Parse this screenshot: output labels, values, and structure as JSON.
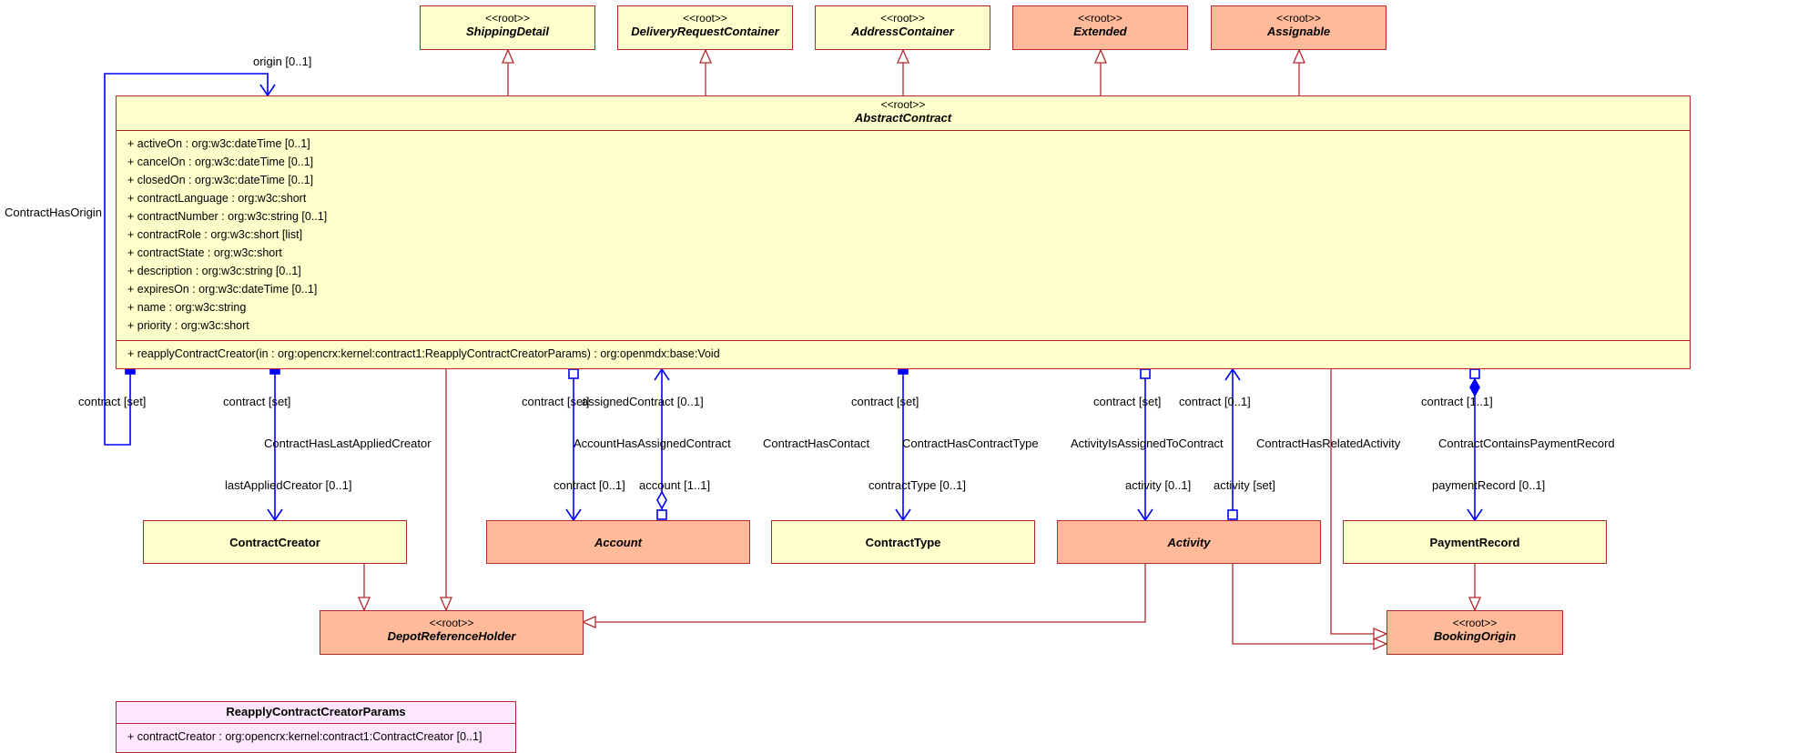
{
  "stereotype": "<<root>>",
  "colors": {
    "border": "#b4282d",
    "association": "#0000ff",
    "yellow": "#ffffcc",
    "orange": "#ffbb99",
    "pink": "#ffe8ff"
  },
  "parents": [
    "ShippingDetail",
    "DeliveryRequestContainer",
    "AddressContainer",
    "Extended",
    "Assignable"
  ],
  "abstract_contract": {
    "name": "AbstractContract",
    "attributes": [
      "+ activeOn : org:w3c:dateTime [0..1]",
      "+ cancelOn : org:w3c:dateTime [0..1]",
      "+ closedOn : org:w3c:dateTime [0..1]",
      "+ contractLanguage : org:w3c:short",
      "+ contractNumber : org:w3c:string [0..1]",
      "+ contractRole : org:w3c:short [list]",
      "+ contractState : org:w3c:short",
      "+ description : org:w3c:string [0..1]",
      "+ expiresOn : org:w3c:dateTime [0..1]",
      "+ name : org:w3c:string",
      "+ priority : org:w3c:short"
    ],
    "operations": [
      "+ reapplyContractCreator(in : org:opencrx:kernel:contract1:ReapplyContractCreatorParams) : org:openmdx:base:Void"
    ]
  },
  "classes": {
    "contract_creator": "ContractCreator",
    "account": "Account",
    "contract_type": "ContractType",
    "activity": "Activity",
    "payment_record": "PaymentRecord",
    "depot_reference_holder": "DepotReferenceHolder",
    "booking_origin": "BookingOrigin"
  },
  "params": {
    "name": "ReapplyContractCreatorParams",
    "attributes": [
      "+ contractCreator : org:opencrx:kernel:contract1:ContractCreator [0..1]"
    ]
  },
  "labels": {
    "origin": "origin [0..1]",
    "contract_has_origin": "ContractHasOrigin",
    "contract_set_1": "contract [set]",
    "contract_set_2": "contract [set]",
    "contract_has_last_applied_creator": "ContractHasLastAppliedCreator",
    "last_applied_creator": "lastAppliedCreator [0..1]",
    "contract_set_3": "contract [set]",
    "assigned_contract": "assignedContract [0..1]",
    "account_has_assigned_contract": "AccountHasAssignedContract",
    "contract_0_1_account": "contract [0..1]",
    "account_1_1": "account [1..1]",
    "contract_set_4": "contract [set]",
    "contract_has_contact": "ContractHasContact",
    "contract_has_contract_type": "ContractHasContractType",
    "contract_type_0_1": "contractType [0..1]",
    "contract_set_5": "contract [set]",
    "activity_is_assigned_to_contract": "ActivityIsAssignedToContract",
    "activity_0_1": "activity [0..1]",
    "contract_0_1_activity": "contract [0..1]",
    "activity_set": "activity [set]",
    "contract_has_related_activity": "ContractHasRelatedActivity",
    "contract_1_1": "contract [1..1]",
    "contract_contains_payment_record": "ContractContainsPaymentRecord",
    "payment_record_0_1": "paymentRecord [0..1]"
  }
}
